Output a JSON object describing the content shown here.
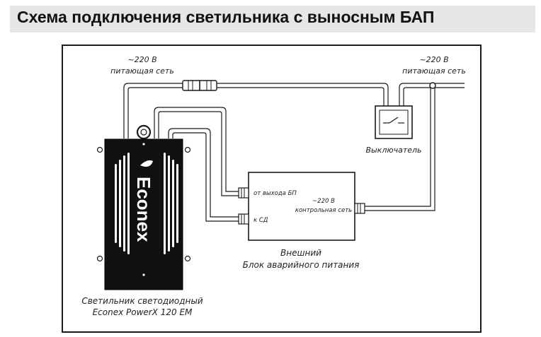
{
  "header": {
    "title": "Схема подключения светильника с выносным БАП"
  },
  "diagram": {
    "mains_left_line1": "~220 В",
    "mains_left_line2": "питающая сеть",
    "mains_right_line1": "~220 В",
    "mains_right_line2": "питающая сеть",
    "switch_label": "Выключатель",
    "bap_from_output": "от выхода БП",
    "bap_to_led": "к СД",
    "bap_control_line1": "~220 В",
    "bap_control_line2": "контрольная сеть",
    "bap_caption_line1": "Внешний",
    "bap_caption_line2": "Блок аварийного питания",
    "lamp_brand": "Econex",
    "lamp_caption_line1": "Светильник светодиодный",
    "lamp_caption_line2": "Econex PowerX 120 EM"
  },
  "colors": {
    "header_bg": "#e6e6e6",
    "ink": "#1a1a1a",
    "lamp_body": "#111111"
  }
}
